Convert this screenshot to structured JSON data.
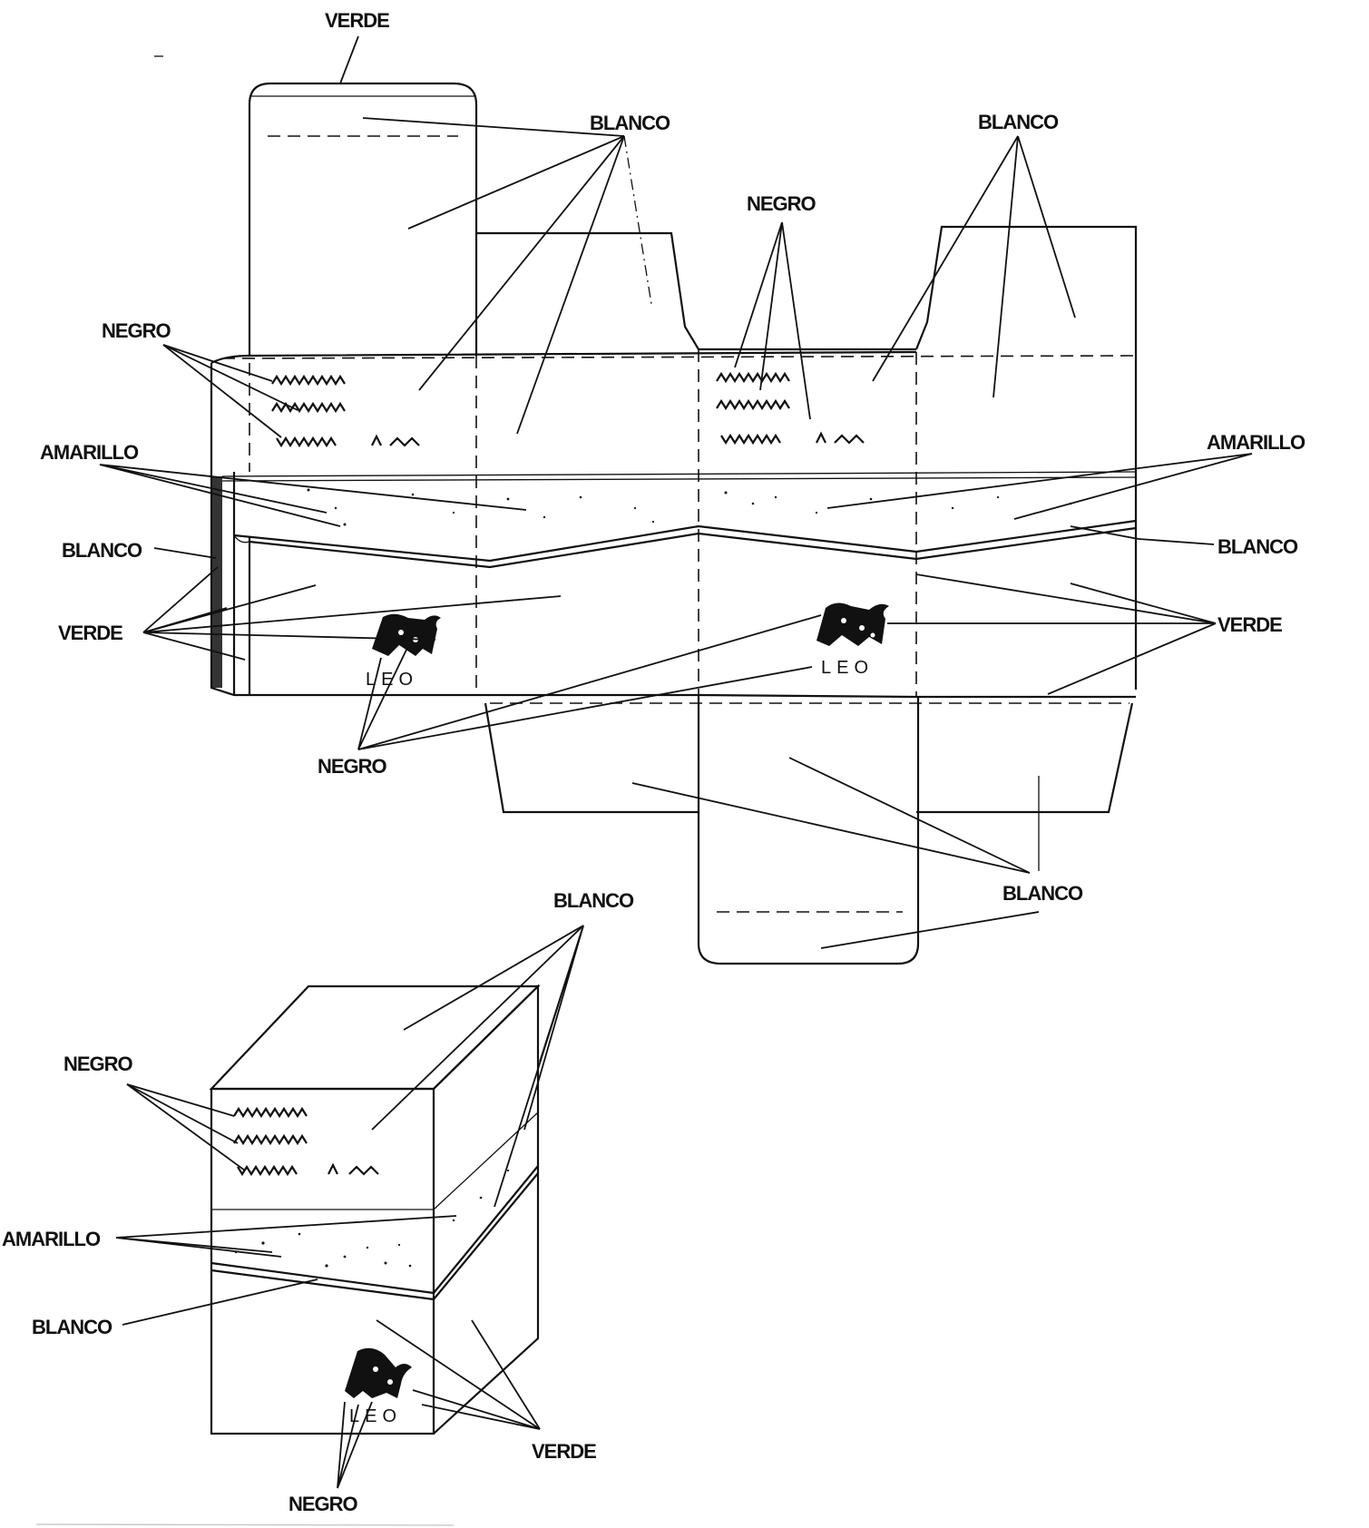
{
  "diagram": {
    "colors": {
      "ink": "#111111",
      "paper": "#ffffff"
    },
    "net_labels": {
      "verde_top": "VERDE",
      "blanco_top_center": "BLANCO",
      "blanco_top_right": "BLANCO",
      "negro_center": "NEGRO",
      "negro_left": "NEGRO",
      "amarillo_left": "AMARILLO",
      "amarillo_right": "AMARILLO",
      "blanco_left": "BLANCO",
      "blanco_right": "BLANCO",
      "verde_left": "VERDE",
      "verde_right": "VERDE",
      "negro_bottom": "NEGRO",
      "blanco_bottom": "BLANCO"
    },
    "net_brand": {
      "left_panel": "LEO",
      "center_panel": "LEO"
    },
    "box_labels": {
      "blanco": "BLANCO",
      "negro": "NEGRO",
      "amarillo": "AMARILLO",
      "blanco_band": "BLANCO",
      "verde": "VERDE",
      "negro_bottom": "NEGRO"
    },
    "box_brand": "LEO",
    "icons": [
      "lion-logo-icon",
      "wavy-text-icon"
    ]
  }
}
